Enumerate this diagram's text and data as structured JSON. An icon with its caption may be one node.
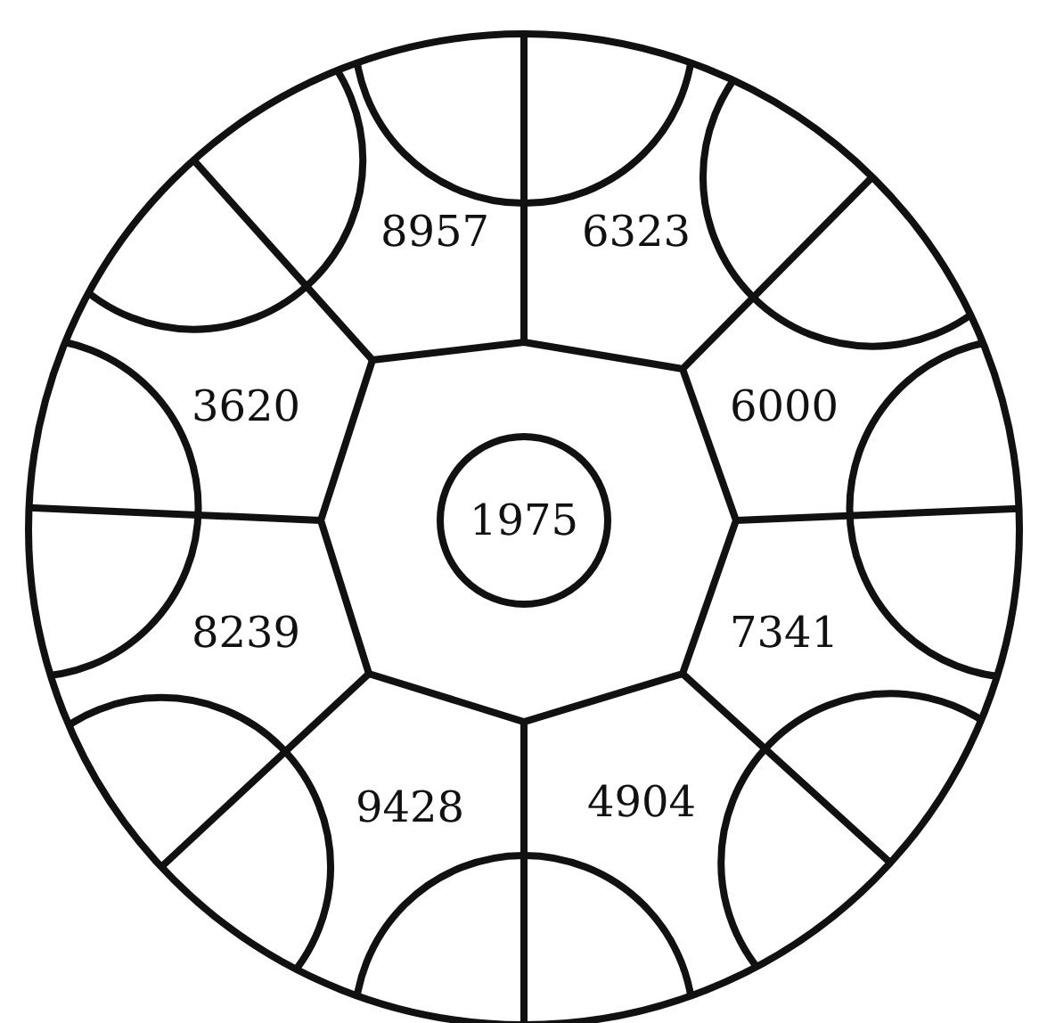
{
  "diagram": {
    "labels": [
      "8957",
      "6323",
      "3620",
      "6000",
      "1975",
      "8239",
      "7341",
      "9428",
      "4904"
    ]
  }
}
